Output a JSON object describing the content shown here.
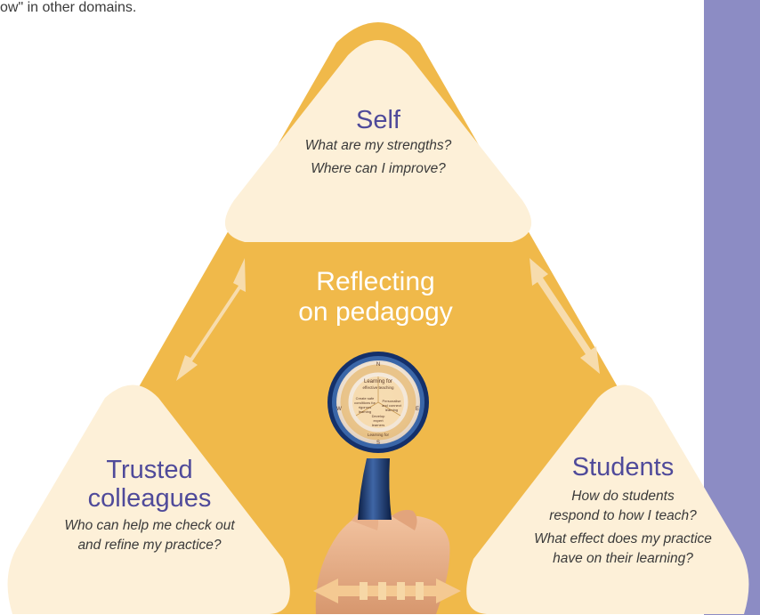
{
  "top_fragment": "ow\" in other domains.",
  "colors": {
    "triangle": "#f0b94a",
    "node_fill": "#fdf0d8",
    "title": "#4f4a9a",
    "side_panel": "#8c8cc4",
    "arrow": "#f7e0b8"
  },
  "center": {
    "title_line1": "Reflecting",
    "title_line2": "on pedagogy"
  },
  "self": {
    "title": "Self",
    "question1": "What are my strengths?",
    "question2": "Where can I improve?"
  },
  "colleagues": {
    "title_line1": "Trusted",
    "title_line2": "colleagues",
    "question_line1": "Who can help me check out",
    "question_line2": "and refine my practice?"
  },
  "students": {
    "title": "Students",
    "q1_line1": "How do students",
    "q1_line2": "respond to how I teach?",
    "q2_line1": "What effect does my practice",
    "q2_line2": "have on their learning?"
  },
  "compass": {
    "ring_top": "Learning for",
    "ring_sub": "effective teaching",
    "n": "N",
    "s": "S",
    "e": "E",
    "w": "W",
    "seg_left_1": "Create safe",
    "seg_left_2": "conditions for",
    "seg_left_3": "rigorous",
    "seg_left_4": "learning",
    "seg_right_1": "Personalise",
    "seg_right_2": "and connect",
    "seg_right_3": "learning",
    "seg_bottom_1": "Develop",
    "seg_bottom_2": "expert",
    "seg_bottom_3": "learners",
    "ring_bottom": "Learning for"
  },
  "icons": {
    "magnifier": "magnifier-icon",
    "hand": "hand-icon",
    "double_arrow": "double-arrow-icon"
  }
}
